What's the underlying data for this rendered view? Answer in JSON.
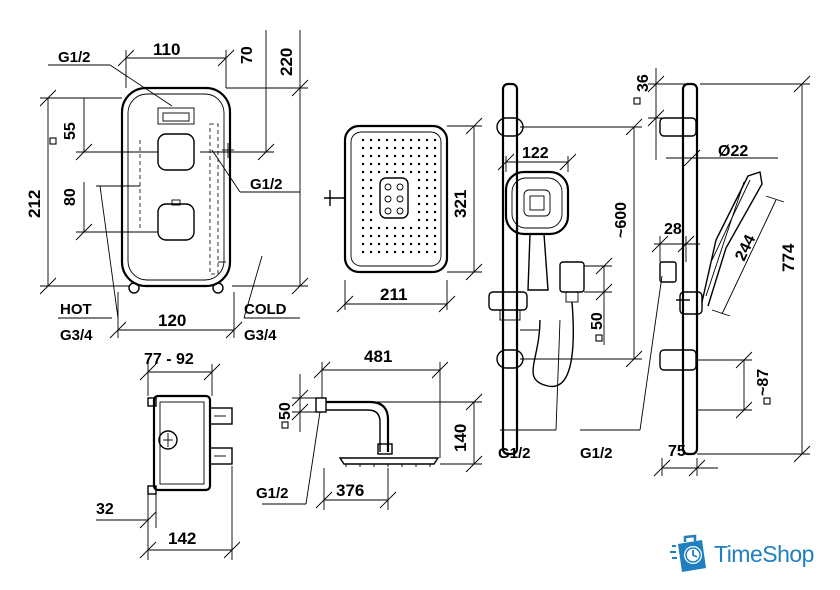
{
  "labels": {
    "g12_top": "G1/2",
    "w110": "110",
    "h70": "70",
    "h220": "220",
    "h55": "55",
    "h212": "212",
    "h80": "80",
    "g12_right": "G1/2",
    "hot": "HOT",
    "g34_left": "G3/4",
    "w120": "120",
    "cold": "COLD",
    "g34_right": "G3/4",
    "h321": "321",
    "w211": "211",
    "w122": "122",
    "approx600": "~600",
    "h50_mid": "50",
    "g12_bar": "G1/2",
    "h36": "36",
    "d22": "Ø22",
    "w28": "28",
    "l244": "244",
    "h774": "774",
    "approx87": "~87",
    "g12_slide": "G1/2",
    "w75": "75",
    "range77_92": "77 - 92",
    "w32": "32",
    "w142": "142",
    "w481": "481",
    "h50_arm": "50",
    "h140": "140",
    "g12_arm": "G1/2",
    "w376": "376"
  },
  "brand": {
    "name": "TimeShop",
    "color": "#1f7fbf",
    "icon": "clock-suitcase-icon"
  }
}
